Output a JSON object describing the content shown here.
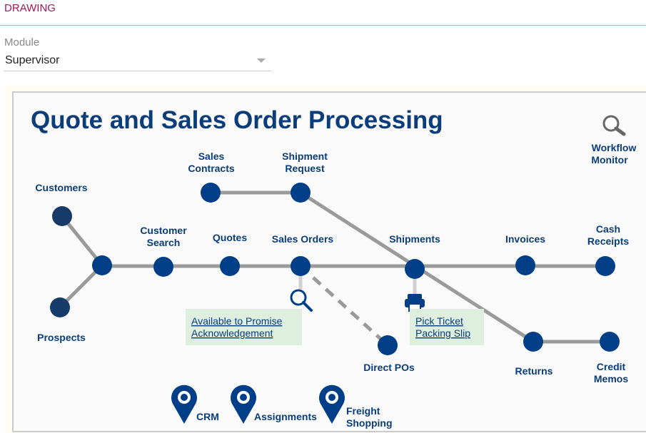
{
  "header": {
    "title": "DRAWING"
  },
  "module": {
    "label": "Module",
    "value": "Supervisor"
  },
  "diagram": {
    "title": "Quote and Sales Order Processing",
    "workflow_monitor": [
      "Workflow",
      "Monitor"
    ],
    "nodes": {
      "customers": "Customers",
      "prospects": "Prospects",
      "customer_search": [
        "Customer",
        "Search"
      ],
      "quotes": "Quotes",
      "sales_orders": "Sales Orders",
      "shipments": "Shipments",
      "invoices": "Invoices",
      "cash_receipts": [
        "Cash",
        "Receipts"
      ],
      "sales_contracts": [
        "Sales",
        "Contracts"
      ],
      "shipment_request": [
        "Shipment",
        "Request"
      ],
      "direct_pos": "Direct POs",
      "returns": "Returns",
      "credit_memos": [
        "Credit",
        "Memos"
      ]
    },
    "links": {
      "atp": [
        "Available to Promise",
        "Acknowledgement"
      ],
      "pick": [
        "Pick Ticket",
        "Packing Slip"
      ]
    },
    "bottom": {
      "crm": "CRM",
      "assignments": "Assignments",
      "freight": [
        "Freight",
        "Shopping"
      ]
    },
    "colors": {
      "node": "#003f87",
      "line": "#9a9a9a",
      "link_bg": "#deefdf"
    }
  }
}
